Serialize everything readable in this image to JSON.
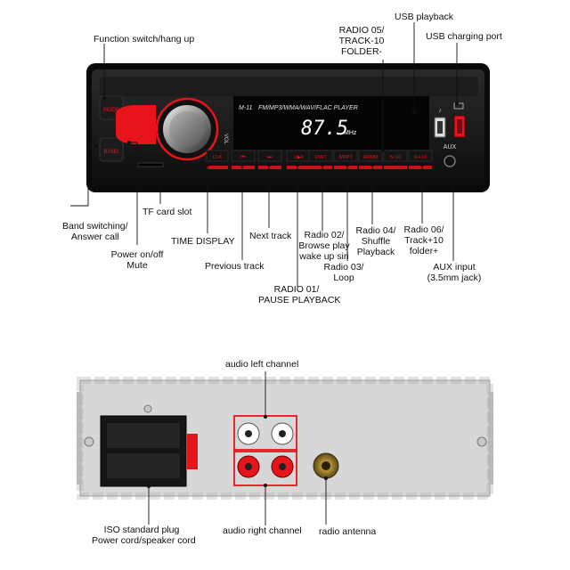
{
  "labels": {
    "usb_playback": "USB playback",
    "usb_charging_port": "USB charging port",
    "radio05": [
      "RADIO 05/",
      "TRACK-10",
      "FOLDER-"
    ],
    "function_switch": "Function switch/hang up",
    "band_switching": [
      "Band switching/",
      "Answer call"
    ],
    "tf_card_slot": "TF card slot",
    "power_onoff": [
      "Power on/off",
      "Mute"
    ],
    "time_display": "TIME DISPLAY",
    "next_track": "Next track",
    "previous_track": "Previous track",
    "radio02": [
      "Radio 02/",
      "Browse play",
      "wake up siri"
    ],
    "radio03": [
      "Radio 03/",
      "Loop"
    ],
    "radio04": [
      "Radio 04/",
      "Shuffle",
      "Playback"
    ],
    "radio06": [
      "Radio 06/",
      "Track+10",
      "folder+"
    ],
    "aux_input": [
      "AUX input",
      "(3.5mm jack)"
    ],
    "radio01": [
      "RADIO 01/",
      "PAUSE PLAYBACK"
    ],
    "audio_left": "audio left channel",
    "audio_right": "audio right channel",
    "iso_plug": [
      "ISO standard plug",
      "Power cord/speaker cord"
    ],
    "radio_antenna": "radio antenna"
  },
  "panel": {
    "model": "M-11",
    "formats": "FM/MP3/WMA/WAV/FLAC  PLAYER",
    "frequency": "87.5",
    "unit": "MHz",
    "aux_label": "AUX",
    "vol_label": "VOL",
    "buttons": [
      "CLK",
      "⏮",
      "⏭",
      "1/▶‖",
      "2/INT",
      "3/RPT",
      "4/RDM",
      "5/-10",
      "6/+10"
    ],
    "mode_label": "MODE",
    "band_label": "BAND"
  },
  "colors": {
    "accent": "#e8141c",
    "panel": "#151515",
    "rear_panel": "#d7d7d7"
  }
}
